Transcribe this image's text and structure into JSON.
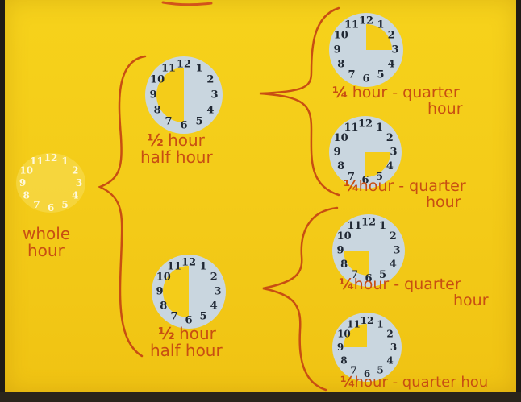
{
  "whole": {
    "line1": "whole",
    "line2": "hour",
    "clock_numbers": [
      "12",
      "1",
      "2",
      "3",
      "4",
      "5",
      "6",
      "7",
      "8",
      "9",
      "10",
      "11"
    ]
  },
  "halves": [
    {
      "frac": "½",
      "word": "hour",
      "line2": "half hour",
      "shaded_fraction": 0.5
    },
    {
      "frac": "½",
      "word": "hour",
      "line2": "half hour",
      "shaded_fraction": 0.5
    }
  ],
  "quarters": [
    {
      "frac": "¼",
      "line1": "hour - quarter",
      "line2": "hour",
      "shaded_fraction": 0.25,
      "shaded_quadrant": "12-3"
    },
    {
      "frac": "¼",
      "line1": "hour - quarter",
      "line2": "hour",
      "shaded_fraction": 0.25,
      "shaded_quadrant": "3-6"
    },
    {
      "frac": "¼",
      "line1": "hour - quarter",
      "line2": "hour",
      "shaded_fraction": 0.25,
      "shaded_quadrant": "6-9"
    },
    {
      "frac": "¼",
      "line1": "hour - quarter hou",
      "line2": "",
      "shaded_fraction": 0.25,
      "shaded_quadrant": "9-12"
    }
  ],
  "clock_numbers": [
    "12",
    "1",
    "2",
    "3",
    "4",
    "5",
    "6",
    "7",
    "8",
    "9",
    "10",
    "11"
  ],
  "colors": {
    "poster": "#f4cc19",
    "ink": "#c84e12",
    "clock_face": "#c9d6df",
    "shaded": "#f4cc19",
    "numbers": "#1f2733"
  }
}
